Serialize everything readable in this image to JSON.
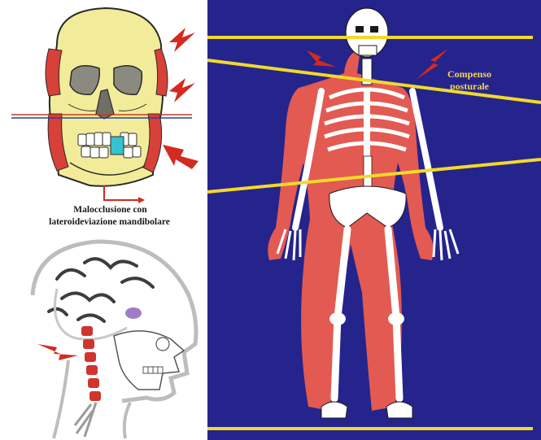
{
  "captions": {
    "malocclusion_line1": "Malocclusione con",
    "malocclusion_line2": "lateroideviazione mandibolare",
    "postural_line1": "Compenso",
    "postural_line2": "posturale"
  },
  "colors": {
    "body_background": "#25248c",
    "reference_lines": "#f2d92a",
    "muscle_red": "#d8403a",
    "skull_bone": "#f2ec9a",
    "arrow_red": "#d42a20",
    "postural_text": "#f5d35a"
  },
  "icons": [
    "lightning-bolt-icon",
    "curved-arrow-icon"
  ]
}
